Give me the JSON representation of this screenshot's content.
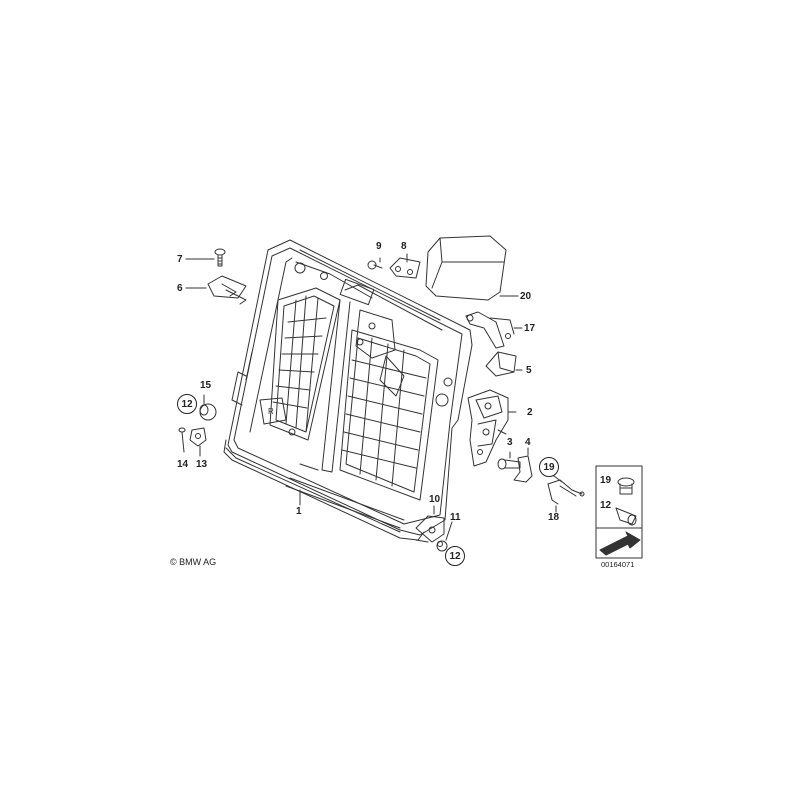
{
  "callouts": {
    "c1": "1",
    "c2": "2",
    "c3": "3",
    "c4": "4",
    "c5": "5",
    "c6": "6",
    "c7": "7",
    "c8": "8",
    "c9": "9",
    "c10": "10",
    "c11": "11",
    "c12a": "12",
    "c12b": "12",
    "c13": "13",
    "c14": "14",
    "c15": "15",
    "c17": "17",
    "c18": "18",
    "c19": "19",
    "c20": "20"
  },
  "legend": {
    "item_a": "19",
    "item_b": "12"
  },
  "copyright": "© BMW AG",
  "document_number": "00164071"
}
